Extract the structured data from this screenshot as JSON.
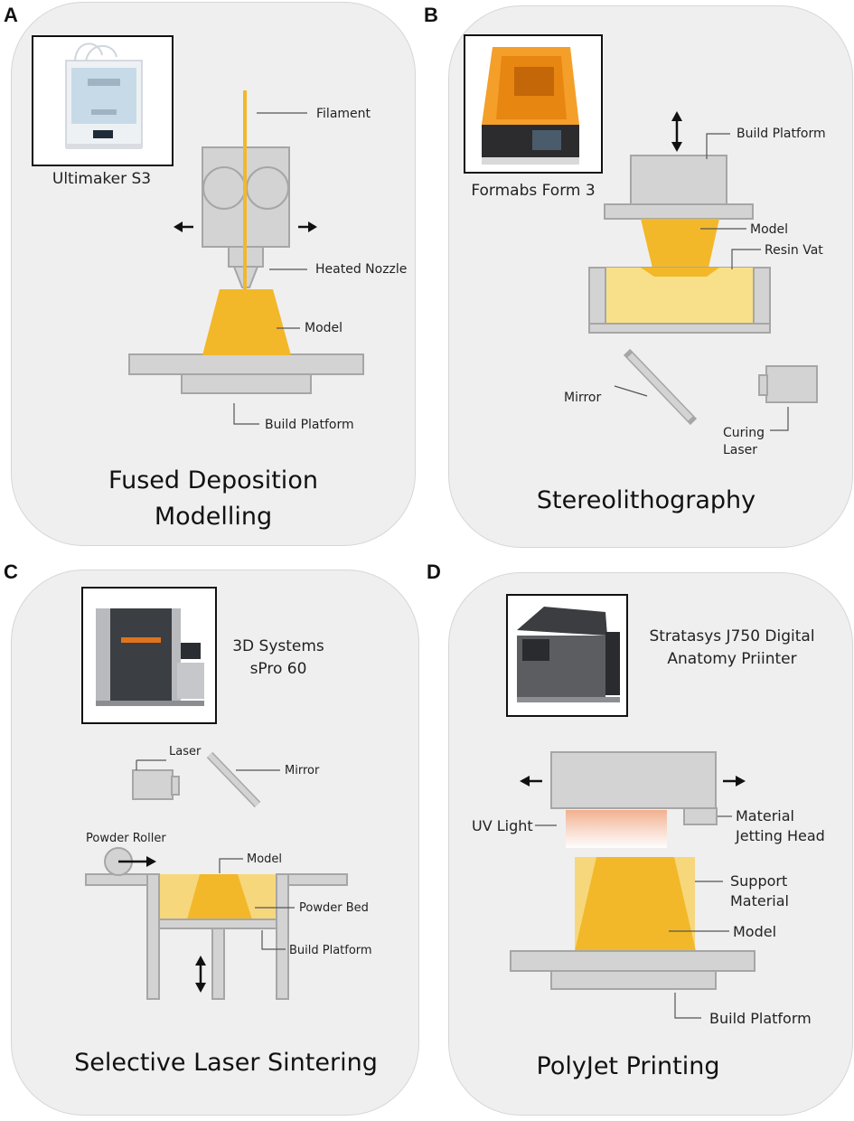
{
  "panels": {
    "a": {
      "letter": "A",
      "printer": "Ultimaker S3",
      "labels": {
        "filament": "Filament",
        "nozzle": "Heated Nozzle",
        "model": "Model",
        "platform": "Build Platform"
      },
      "title_line1": "Fused Deposition",
      "title_line2": "Modelling"
    },
    "b": {
      "letter": "B",
      "printer": "Formabs Form 3",
      "labels": {
        "platform": "Build Platform",
        "model": "Model",
        "vat": "Resin Vat",
        "mirror": "Mirror",
        "laser_line1": "Curing",
        "laser_line2": "Laser"
      },
      "title": "Stereolithography"
    },
    "c": {
      "letter": "C",
      "printer_line1": "3D Systems",
      "printer_line2": "sPro 60",
      "labels": {
        "laser": "Laser",
        "mirror": "Mirror",
        "roller": "Powder Roller",
        "model": "Model",
        "bed": "Powder Bed",
        "platform": "Build Platform"
      },
      "title": "Selective Laser Sintering"
    },
    "d": {
      "letter": "D",
      "printer_line1": "Stratasys J750 Digital",
      "printer_line2": "Anatomy Priinter",
      "labels": {
        "uv": "UV Light",
        "head_line1": "Material",
        "head_line2": "Jetting Head",
        "support_line1": "Support",
        "support_line2": "Material",
        "model": "Model",
        "platform": "Build Platform"
      },
      "title": "PolyJet Printing"
    }
  },
  "colors": {
    "part_fill": "#d3d3d3",
    "part_stroke": "#a6a6a6",
    "model": "#f2b829",
    "resin": "#f8e08a",
    "powder": "#f6d77c",
    "panel_bg": "#efefef",
    "uv_glow": "#f6c6ad"
  }
}
